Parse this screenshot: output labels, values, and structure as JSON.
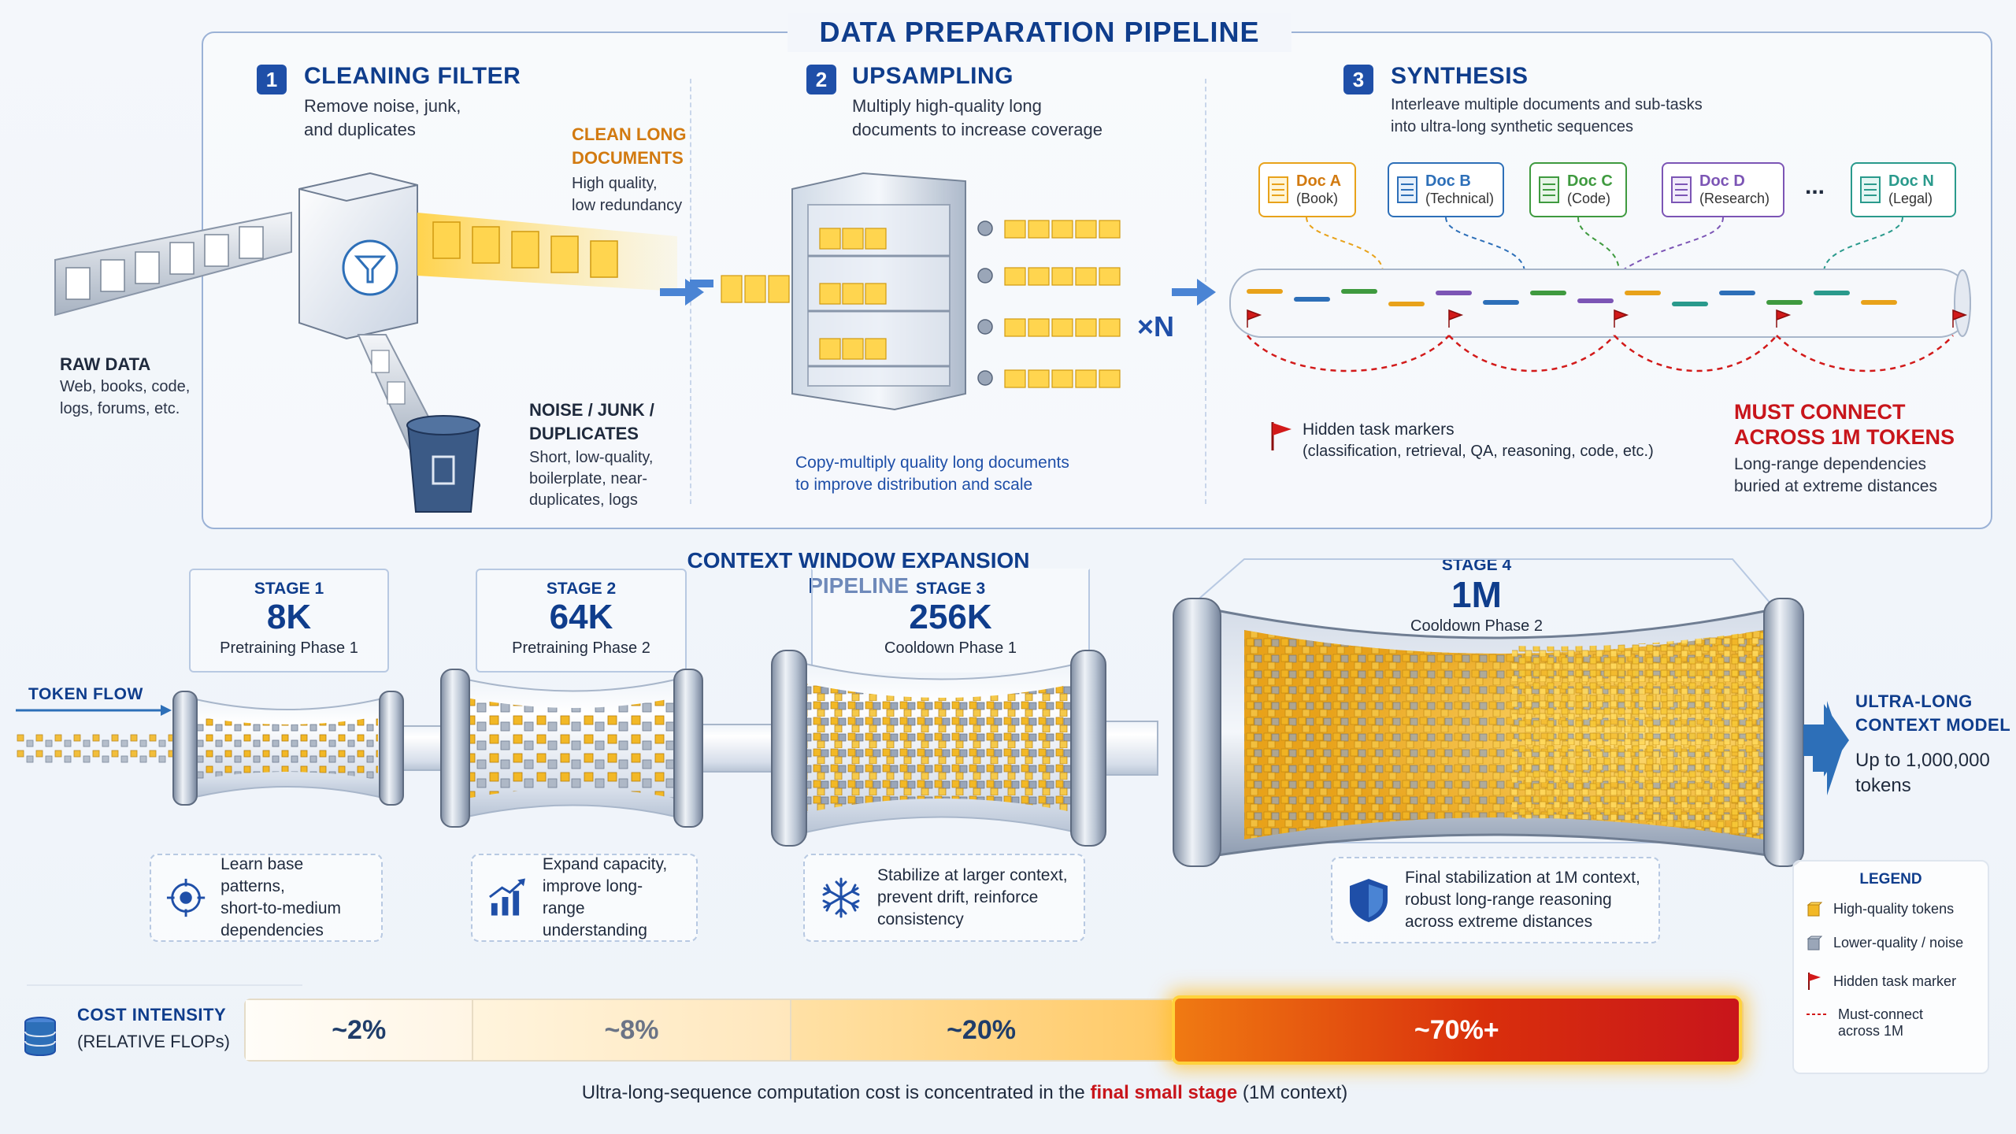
{
  "prep": {
    "title": "DATA PREPARATION PIPELINE",
    "step1": {
      "num": "1",
      "title": "CLEANING FILTER",
      "desc_l1": "Remove noise, junk,",
      "desc_l2": "and duplicates"
    },
    "raw": {
      "title": "RAW DATA",
      "l1": "Web, books, code,",
      "l2": "logs, forums, etc."
    },
    "clean": {
      "t1": "CLEAN LONG",
      "t2": "DOCUMENTS",
      "d1": "High quality,",
      "d2": "low redundancy"
    },
    "noise": {
      "t1": "NOISE / JUNK /",
      "t2": "DUPLICATES",
      "d1": "Short, low-quality,",
      "d2": "boilerplate, near-",
      "d3": "duplicates, logs"
    },
    "step2": {
      "num": "2",
      "title": "UPSAMPLING",
      "desc_l1": "Multiply high-quality long",
      "desc_l2": "documents to increase coverage",
      "mult": "×N",
      "foot_l1": "Copy-multiply quality long documents",
      "foot_l2": "to improve distribution and scale"
    },
    "step3": {
      "num": "3",
      "title": "SYNTHESIS",
      "desc_l1": "Interleave multiple documents and sub-tasks",
      "desc_l2": "into ultra-long synthetic sequences",
      "ellipsis": "...",
      "docs": [
        {
          "name": "Doc A",
          "kind": "(Book)",
          "color": "#e8a21a"
        },
        {
          "name": "Doc B",
          "kind": "(Technical)",
          "color": "#2d6fb8"
        },
        {
          "name": "Doc C",
          "kind": "(Code)",
          "color": "#3f9a3f"
        },
        {
          "name": "Doc D",
          "kind": "(Research)",
          "color": "#7c55b5"
        },
        {
          "name": "Doc N",
          "kind": "(Legal)",
          "color": "#2a9a8c"
        }
      ],
      "markers_title": "Hidden task markers",
      "markers_desc": "(classification, retrieval, QA, reasoning, code, etc.)",
      "connect_t1": "MUST CONNECT",
      "connect_t2": "ACROSS 1M TOKENS",
      "connect_d1": "Long-range dependencies",
      "connect_d2": "buried at extreme distances"
    }
  },
  "expansion": {
    "title": "CONTEXT WINDOW EXPANSION PIPELINE",
    "token_flow": "TOKEN FLOW",
    "stages": [
      {
        "label": "STAGE 1",
        "size": "8K",
        "phase": "Pretraining Phase 1",
        "d1": "Learn base patterns,",
        "d2": "short-to-medium",
        "d3": "dependencies",
        "icon": "target-icon"
      },
      {
        "label": "STAGE 2",
        "size": "64K",
        "phase": "Pretraining Phase 2",
        "d1": "Expand capacity,",
        "d2": "improve long-range",
        "d3": "understanding",
        "icon": "growth-chart-icon"
      },
      {
        "label": "STAGE 3",
        "size": "256K",
        "phase": "Cooldown Phase 1",
        "d1": "Stabilize at larger context,",
        "d2": "prevent drift, reinforce",
        "d3": "consistency",
        "icon": "snowflake-icon"
      },
      {
        "label": "STAGE 4",
        "size": "1M",
        "phase": "Cooldown Phase 2",
        "d1": "Final stabilization at 1M context,",
        "d2": "robust long-range reasoning",
        "d3": "across extreme distances",
        "icon": "shield-icon"
      }
    ],
    "output": {
      "t1": "ULTRA-LONG",
      "t2": "CONTEXT MODEL",
      "d1": "Up to 1,000,000",
      "d2": "tokens"
    }
  },
  "legend": {
    "title": "LEGEND",
    "items": [
      {
        "label": "High-quality tokens",
        "icon": "gold-cube-icon"
      },
      {
        "label": "Lower-quality / noise",
        "icon": "gray-cube-icon"
      },
      {
        "label": "Hidden task marker",
        "icon": "red-flag-icon"
      },
      {
        "label": "Must-connect",
        "label2": "across 1M",
        "icon": "dashed-red-line-icon"
      }
    ]
  },
  "cost": {
    "title": "COST INTENSITY",
    "subtitle": "(RELATIVE FLOPs)",
    "segments": [
      {
        "label": "~2%"
      },
      {
        "label": "~8%"
      },
      {
        "label": "~20%"
      },
      {
        "label": "~70%+"
      }
    ],
    "footer_pre": "Ultra-long-sequence computation cost is concentrated in the ",
    "footer_emph": "final small stage",
    "footer_post": " (1M context)"
  },
  "colors": {
    "navy": "#0f3d8c",
    "orange": "#d27a10",
    "red": "#c8151b",
    "gold": "#f2b826"
  }
}
